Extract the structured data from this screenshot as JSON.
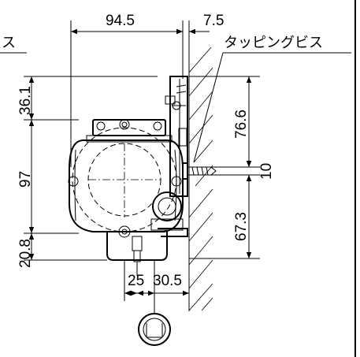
{
  "labels": {
    "left_partial": "ス",
    "screw": "タッピングビス"
  },
  "dimensions": {
    "width_top": "94.5",
    "offset_top": "7.5",
    "upper_left": "36.1",
    "middle_left": "97",
    "lower_left": "20.8",
    "upper_right": "76.6",
    "lower_right": "67.3",
    "small_right": "10",
    "bottom_a": "25",
    "bottom_b": "30.5"
  }
}
